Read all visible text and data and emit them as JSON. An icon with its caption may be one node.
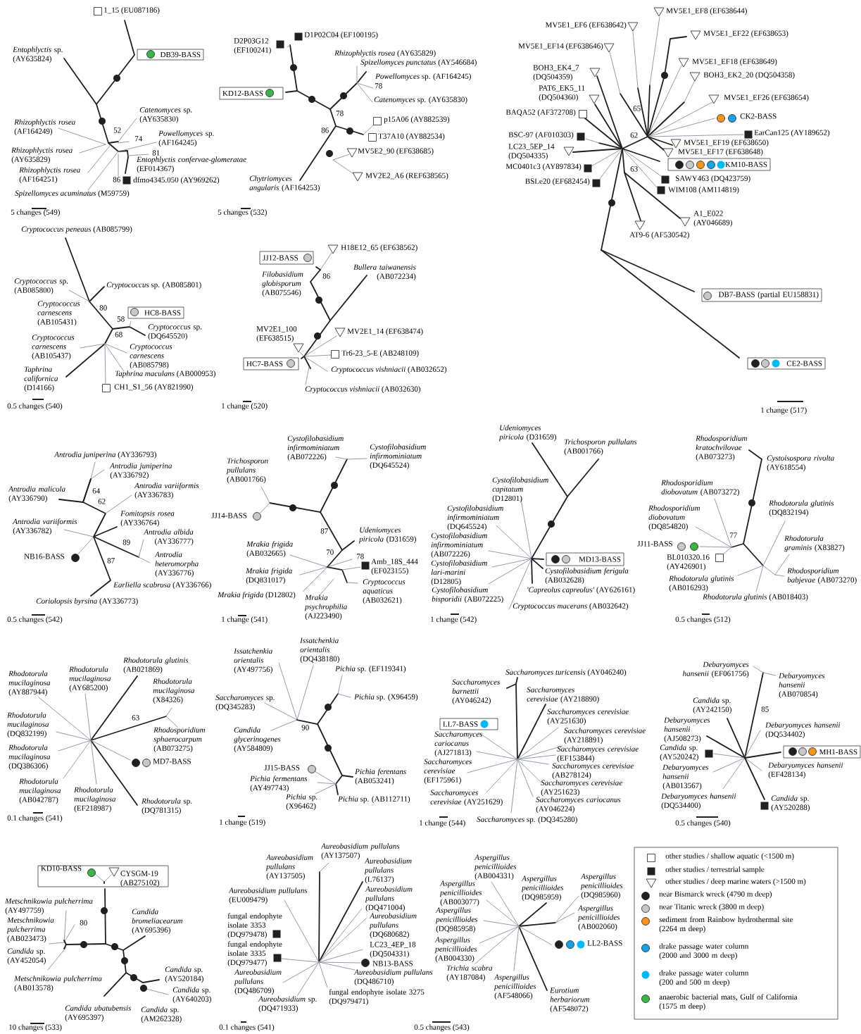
{
  "diagram": {
    "nodes": [
      {
        "text": [
          "DB39-BASS"
        ]
      },
      {
        "text": [
          "KD12-BASS"
        ]
      },
      {
        "text": [
          "KM10-BASS"
        ]
      },
      {
        "text": [
          "DB7-BASS (partial EU158831)"
        ]
      },
      {
        "text": [
          "CE2-BASS"
        ]
      },
      {
        "text": [
          "HC8-BASS"
        ]
      },
      {
        "text": [
          "JJ12-BASS"
        ]
      },
      {
        "text": [
          "HC7-BASS"
        ]
      },
      {
        "text": [
          "MD13-BASS"
        ]
      },
      {
        "text": [
          "LL7-BASS"
        ]
      },
      {
        "text": [
          "MH1-BASS"
        ]
      },
      {
        "text": [
          "KD10-BASS",
          "CYSGM-19 (AB275102)"
        ]
      }
    ],
    "labels": [
      "1_15 (EU087186)",
      "*Entophlyctis* sp. (AY635824)",
      "*Rhizophlyctis rosea* (AF164249)",
      "*Catenomyces* sp. (AY635830)",
      "52",
      "74",
      "*Powellomyces* sp. (AF164245)",
      "*Rhizophlyctis rosea* (AY635829)",
      "81",
      "*Entophlyctis confervae-glomeratae* (EF014367)",
      "*Rhizophlyctis rosea* (AF164251)",
      "86",
      "dfmo4345.050 (AY969262)",
      "*Spizellomyces acuminatus* (M59759)",
      "5 changes (549)",
      "D1P02C04 (EF100195)",
      "D2P03G12 (EF100241)",
      "*Rhizophlyctis rosea* (AY635829)",
      "*Spizellomyces punctatus* (AY546684)",
      "*Powellomyces* sp. (AF164245)",
      "78",
      "*Catenomyces* sp. (AY635830)",
      "78",
      "p15A06 (AY882539)",
      "86",
      "T37A10 (AY882534)",
      "MV5E2_90 (EF638685)",
      "MV2E2_A6 (REF638565)",
      "*Chytriomyces angularis* (AF164253)",
      "5 changes (532)",
      "MV5E1_EF8 (EF638644)",
      "MV5E1_EF6 (EF638642)",
      "MV5E1_EF22 (EF638653)",
      "MV5E1_EF14 (EF638646)",
      "MV5E1_EF18 (EF638649)",
      "BOH3_EK4_7 (DQ504359)",
      "BOH3_EK2_20 (DQ504358)",
      "PAT6_EK5_11 (DQ504360)",
      "MV5E1_EF26 (EF638654)",
      "BAQA52 (AF372708)",
      "65",
      "CK2-BASS",
      "BSC-97 (AF010303)",
      "62",
      "EarCan125 (AY189652)",
      "MV5E1_EF19 (EF638650)",
      "LC23_5EP_14 (DQ504335)",
      "MV5E1_EF17 (EF638648)",
      "MC0401c3 (AY897834)",
      "63",
      "SAWY463 (DQ423759)",
      "BSLe20 (EF682454)",
      "WIM108 (AM114819)",
      "A1_E022 (AY046689)",
      "AT9-6 (AF530542)",
      "1 change (517)",
      "*Cryptococcus peneaus* (AB085799)",
      "*Cryptococcus* sp. (AB085800)",
      "*Cryptococcus* sp. (AB085801)",
      "*Cryptococcus carnescens* (AB105431)",
      "80",
      "58",
      "*Cryptococcus* sp. (DQ645520)",
      "68",
      "*Cryptococcus carnescens* (AB105437)",
      "*Cryptococcus carnescens* (AB085798)",
      "*Taphrina californica* (D14166)",
      "*Taphrina maculans* (AB000953)",
      "CH1_S1_56 (AY821990)",
      "0.5 changes (540)",
      "H18E12_65 (EF638562)",
      "*Bullera taiwanensis* (AB072234)",
      "*Filobasidium globisporum* (AB075546)",
      "86",
      "MV2E1_100 (EF638515)",
      "MV2E1_14 (EF638474)",
      "Tr6-23_5-E (AB248109)",
      "*Cryptococcus vishniacii* (AB032652)",
      "*Cryptococcus vishniacii* (AB032630)",
      "1 change (520)",
      "*Antrodia juniperina* (AY336793)",
      "*Antrodia juniperina* (AY336792)",
      "*Antrodia malicola* (AY336790)",
      "*Antrodia variiformis* (AY336783)",
      "64",
      "62",
      "*Fomitopsis rosea* (AY336764)",
      "*Antrodia variiformis* (AY336782)",
      "*Antrodia albida* (AY336777)",
      "89",
      "NB16-BASS",
      "*Antrodia heteromorpha* (AY336776)",
      "87",
      "*Earliella scabrosa* (AY336766)",
      "*Coriolopsis byrsina* (AY336773)",
      "0.5 changes (542)",
      "*Cystofilobasidium infirmominiatum* (AB072226)",
      "*Cystofilobasidium infirmominiatum* (DQ645524)",
      "*Trichosporon pullulans* (AB001766)",
      "JJ14-BASS",
      "87",
      "*Udeniomyces piricola* (D31659)",
      "*Mrakia frigida* (AB032665)",
      "70",
      "78",
      "Amb_18S_444 (EF023155)",
      "*Mrakia frigida* (DQ831017)",
      "*Cryptococcus aquaticus* (AB032621)",
      "*Mrakia frigida* (D12802)",
      "*Mrakia psychrophilia* (AJ223490)",
      "1 change (541)",
      "*Udeniomyces piricola* (D31659)",
      "*Trichosporon pullulans* (AB001766)",
      "*Cystofilobasidium capitatum* (D12801)",
      "*Cystofilobasidium infirmominiatum* (DQ645524)",
      "*Cystofilobasidium infirmominiatum* (AB072226)",
      "*Cystofilobasidium lari-marini* (D12805)",
      "*Cystofilobasidium ferigula* (AB032628)",
      "*Cystofilobasidium bisporidii* (AB072225)",
      "*'Capreolus capreolus'* (AY626161)",
      "*Cryptococcus macerans* (AB032642)",
      "1 change (542)",
      "*Rhodosporidium kratochvilovae* (AB073273)",
      "*Cystoisospora rivolta* (AY618554)",
      "*Rhodosporidium diobovatum* (AB073272)",
      "*Rhodotorula glutinis* (DQ832194)",
      "*Rhodosporidium diobovatum* (DQ854820)",
      "77",
      "*Rhodotorula graminis* (X83827)",
      "JJ11-BASS",
      "BL010320.16 (AY426901)",
      "*Rhodosporidium babjevae* (AB073270)",
      "*Rhodotorula glutinis* (AB016293)",
      "*Rhodotorula glutinis* (AB018403)",
      "0.5 changes (512)",
      "*Rhodotorula glutinis* (AB021869)",
      "*Rhodotorula mucilaginosa* (AY887944)",
      "*Rhodotorula mucilaginosa* (AY685200)",
      "*Rhodotorula mucilaginosa* (X84326)",
      "63",
      "*Rhodotorula mucilaginosa* (DQ832199)",
      "*Rhodosporidium sphaerocarpum* (AB073275)",
      "*Rhodotorula mucilaginosa* (DQ386306)",
      "MD7-BASS",
      "*Rhodotorula mucilaginosa* (AB042787)",
      "*Rhodotorula mucilaginosa* (EF218987)",
      "*Rhodotorula* sp. (DQ781315)",
      "0.1 changes (541)",
      "*Issatchenkia orientalis* (DQ438180)",
      "*Issatchenkia orientalis* (AY497756)",
      "*Pichia* sp. (EF119341)",
      "*Pichia* sp. (X96459)",
      "*Saccharomyces* sp. (DQ345283)",
      "90",
      "*Candida glycerinogenes* (AY584809)",
      "JJ15-BASS",
      "*Pichia ferentans* (AB053241)",
      "*Pichia fermentans* (AY497743)",
      "*Pichia* sp. (X96462)",
      "*Pichia* sp. (AB112711)",
      "1 change (519)",
      "*Saccharomyces turicensis* (AY046240)",
      "*Saccharomyces barnettii* (AY046242)",
      "*Saccharomyces cerevisiae* (AY218890)",
      "*Saccharomyces cerevisiae* (AY251630)",
      "*Saccharomyces cerevisiae* (AY218891)",
      "*Saccharomyces cariocanus* (AJ271813)",
      "*Saccharomyces cerevisiae* (EF153844)",
      "*Saccharomyces cerevisiae* (EF175961)",
      "*Saccharomyces cerevisiae* (AB278124)",
      "*Saccharomyces cerevisiae* (AY251623)",
      "*Saccharomyces cerevisiae* (AY251629)",
      "*Saccharomyces cariocanus* (AY046224)",
      "*Saccharomyces* sp. (DQ345280)",
      "1 change (544)",
      "*Debaryomyces hansenii* (EF061756)",
      "*Debaryomyces hansenii* (AB070854)",
      "*Candida* sp. (AY242150)",
      "85",
      "*Debaryomyces hansenii* (AJ508273)",
      "*Debaryomyces hansenii* (DQ534402)",
      "*Candida* sp. (AY520242)",
      "*Debaryomyces hansenii* (EF428134)",
      "*Debaryomyces hansenii* (AB013567)",
      "*Debaryomyces hansenii* (DQ534400)",
      "*Candida* sp. (AY520288)",
      "0.5 changes (540)",
      "*Metschnikowia pulcherrima* (AY497759)",
      "*Metschnikowia pulcherrima* (AB023473)",
      "80",
      "*Candida bromeliacearum* (AY695396)",
      "*Candida* sp. (AY452054)",
      "*Metschnikowia pulcherrima* (AB013578)",
      "*Candida* sp. (AY520184)",
      "*Candida* sp. (AY640203)",
      "*Candida ubatubensis* (AY695397)",
      "*Candida* sp. (AM262328)",
      "10 changes (533)",
      "*Aureobasidium pullulans* (AY137507)",
      "*Aureobasidium pullulans* (AY137505)",
      "*Aureobasidium pullulans* (L76137)",
      "*Aureobasidium pullulans* (EU009479)",
      "*Aureobasidium pullulans* (DQ471004)",
      "fungal endophyte isolate 3353 (DQ979478)",
      "*Aureobasidium pullulans* (DQ680682)",
      "fungal endophyte isolate 3335 (DQ979477)",
      "LC23_4EP_18 (DQ504331)",
      "NB13-BASS",
      "*Aureobasidium pullulans* (DQ486709)",
      "*Aureobasidium pullulans* (DQ486710)",
      "fungal endophyte isolate 3275 (DQ979471)",
      "*Aureobasidium* sp. (DQ471933)",
      "0.1 changes (541)",
      "*Aspergillus penicillioides* (AB004331)",
      "*Aspergillus penicillioides* (AB003077)",
      "*Aspergillus penicillioides* (DQ985959)",
      "*Aspergillus penicillioides* (DQ985960)",
      "*Aspergillus penicillioides* (DQ985958)",
      "*Aspergillus penicillioides* (AB002060)",
      "*Aspergillus penicillioides* (AB004330)",
      "LL2-BASS",
      "*Trichia scabra* (AY187084)",
      "*Aspergillus penicillioides* (AF548066)",
      "*Eurotium herbariorum* (AF548072)",
      "0.5 changes (543)"
    ],
    "legend": [
      {
        "text": "other studies / shallow aquatic (<1500 m)"
      },
      {
        "text": "other studies / terrestrial sample"
      },
      {
        "text": "other studies / deep marine waters (>1500 m)"
      },
      {
        "text": "near Bismarck wreck (4790 m deep)",
        "color": "#231f20"
      },
      {
        "text": "near Titanic wreck (3800 m deep)",
        "color": "#c8c8c8"
      },
      {
        "text": "sediment from Rainbow hydrothermal site (2264 m deep)",
        "color": "#f7941d"
      },
      {
        "text": "drake passage water column (2000 and 3000 m deep)",
        "color": "#1ba1e2"
      },
      {
        "text": "drake passage water column (200 and 500 m deep)",
        "color": "#00b9f2"
      },
      {
        "text": "anaerobic bacterial mats, Gulf of California (1575 m deep)",
        "color": "#3cb44a"
      }
    ]
  }
}
